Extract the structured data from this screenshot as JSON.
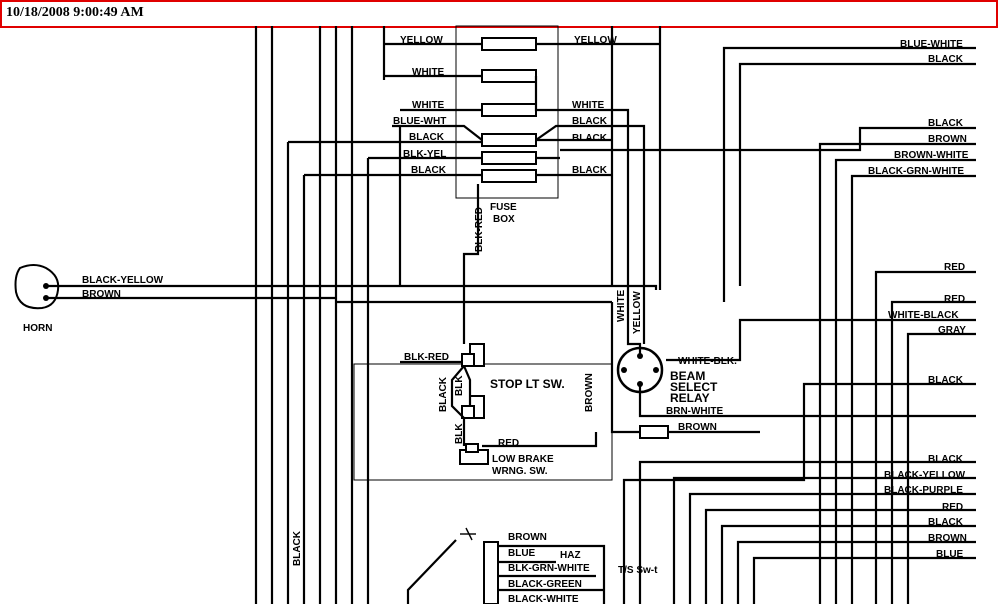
{
  "header": {
    "timestamp": "10/18/2008 9:00:49 AM"
  },
  "components": {
    "horn": "HORN",
    "fuse_box": [
      "FUSE",
      "BOX"
    ],
    "stop_lt_sw": "STOP LT SW.",
    "low_brake": [
      "LOW BRAKE",
      "WRNG. SW."
    ],
    "beam_relay": [
      "BEAM",
      "SELECT",
      "RELAY"
    ]
  },
  "wires": {
    "horn_black_yellow": "BLACK-YELLOW",
    "horn_brown": "BROWN",
    "fuse_in_yellow": "YELLOW",
    "fuse_in_white1": "WHITE",
    "fuse_in_white2": "WHITE",
    "fuse_in_blue_wht": "BLUE-WHT",
    "fuse_in_black1": "BLACK",
    "fuse_in_blk_yel": "BLK-YEL",
    "fuse_in_black2": "BLACK",
    "fuse_out_yellow": "YELLOW",
    "fuse_out_white": "WHITE",
    "fuse_out_black1": "BLACK",
    "fuse_out_black2": "BLACK",
    "fuse_out_black3": "BLACK",
    "fuse_blk_red": "BLK-RED",
    "sw_blk_red": "BLK-RED",
    "sw_black": "BLACK",
    "sw_blk1": "BLK",
    "sw_blk2": "BLK",
    "sw_red": "RED",
    "sw_brown": "BROWN",
    "relay_white": "WHITE",
    "relay_yellow": "YELLOW",
    "relay_white_blk": "WHITE-BLK.",
    "relay_brn_white": "BRN-WHITE",
    "relay_brown": "BROWN",
    "left_black": "BLACK",
    "bl_brown": "BROWN",
    "bl_blue": "BLUE",
    "bl_haz": "HAZ",
    "bl_blk_grn_white": "BLK-GRN-WHITE",
    "bl_ts_sw": "T/S Sw-t",
    "bl_black_green": "BLACK-GREEN",
    "bl_black_white": "BLACK-WHITE",
    "r_blue_white": "BLUE-WHITE",
    "r_black1": "BLACK",
    "r_black2": "BLACK",
    "r_brown1": "BROWN",
    "r_brown_white": "BROWN-WHITE",
    "r_black_grn_white": "BLACK-GRN-WHITE",
    "r_red1": "RED",
    "r_red2": "RED",
    "r_white_black": "WHITE-BLACK",
    "r_gray": "GRAY",
    "r_black3": "BLACK",
    "r_black4": "BLACK",
    "r_black_yellow": "BLACK-YELLOW",
    "r_black_purple": "BLACK-PURPLE",
    "r_red3": "RED",
    "r_black5": "BLACK",
    "r_brown2": "BROWN",
    "r_blue": "BLUE"
  }
}
